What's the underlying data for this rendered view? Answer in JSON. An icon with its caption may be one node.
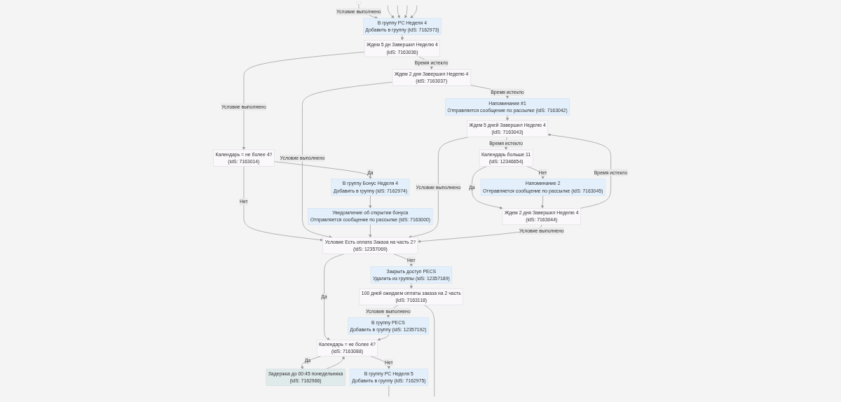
{
  "diagram": {
    "nodes": [
      {
        "text": [],
        "shape": "box"
      },
      {
        "text": [
          "В группу PC Неделя 4",
          "Добавить в группу (idS: 7162973)"
        ]
      },
      {
        "text": [
          "Напоминание #1",
          "Отправляется сообщение по рассылке (idS: 7163042)"
        ]
      },
      {
        "text": [
          "Ждем 2 дня Завершил Неделю 4",
          "(idS: 7163037)"
        ]
      },
      {
        "text": [
          "Ждем 5 дн Завершил Неделю 4",
          "(idS: 7163036)"
        ]
      },
      {
        "text": [
          "Календарь = не более 4?",
          "(idS: 7163014)"
        ]
      },
      {
        "text": [
          "В группу Бонус Неделя 4",
          "Добавить в группу (idS: 7162974)"
        ]
      },
      {
        "text": [
          "Ждем 5 дней Завершил Неделю 4",
          "(idS: 7163043)"
        ]
      },
      {
        "text": [
          "Календарь больше 11",
          "(idS: 12346654)"
        ]
      },
      {
        "text": [
          "Ждем 2 дня Завершил Неделю 4",
          "(idS: 7163044)"
        ]
      },
      {
        "text": [
          "Условие Есть оплата Заказа на часть 2?",
          "(idS: 12357069)"
        ]
      },
      {
        "text": [
          "Уведомление об открытии бонуса",
          "Отправляется сообщение по рассылке (idS: 7163000)"
        ]
      },
      {
        "text": [
          "Напоминание 2",
          "Отправляется сообщение по рассылке (idS: 7163045)"
        ]
      },
      {
        "text": [
          "Закрыть доступ PECS",
          "Удалить из группы (idS: 12357189)"
        ]
      },
      {
        "text": [
          "Календарь = не более 4?",
          "(idS: 7163088)"
        ]
      },
      {
        "text": [
          "Задержка до 00:45 понедельника",
          "(idS: 7162966)"
        ]
      },
      {
        "text": [
          "100 дней ожидаем оплаты заказа на 2 часть",
          "(idS: 7163118)"
        ]
      },
      {
        "text": [
          "В группу PECS",
          "Добавить в группу (idS: 12357192)"
        ]
      },
      {
        "text": [
          "В группу PC Неделя 5",
          "Добавить в группу (idS: 7162975)"
        ]
      }
    ],
    "edges": [
      {
        "from": 0,
        "to": 1,
        "arrow": "to",
        "label": "Условие выполнено"
      },
      {
        "from": null,
        "to": 1,
        "arrow": "to"
      },
      {
        "from": null,
        "to": 1,
        "arrow": "to"
      },
      {
        "from": null,
        "to": 1,
        "arrow": "to"
      },
      {
        "from": null,
        "to": 1,
        "arrow": "to"
      },
      {
        "from": 1,
        "to": 4,
        "arrow": "to"
      },
      {
        "from": 4,
        "to": 3,
        "arrow": "to",
        "label": "Время истекло"
      },
      {
        "from": 3,
        "to": 2,
        "arrow": "to",
        "label": "Время истекло"
      },
      {
        "from": 4,
        "to": 5,
        "arrow": "to",
        "label": "Условие выполнено"
      },
      {
        "from": 5,
        "to": 6,
        "arrow": "to",
        "label": "Да"
      },
      {
        "from": 5,
        "to": 10,
        "arrow": "to",
        "label": "Нет"
      },
      {
        "from": 3,
        "to": 10,
        "arrow": "to",
        "label": "Условие выполнено"
      },
      {
        "from": 6,
        "to": 11,
        "arrow": "to"
      },
      {
        "from": 11,
        "to": 10,
        "arrow": "to"
      },
      {
        "from": 2,
        "to": 7,
        "arrow": "to"
      },
      {
        "from": 7,
        "to": 10,
        "arrow": "to",
        "label": "Условие выполнено"
      },
      {
        "from": 7,
        "to": 8,
        "arrow": "to",
        "label": "Время истекло"
      },
      {
        "from": 9,
        "to": 7,
        "arrow": "to",
        "label": "Время истекло"
      },
      {
        "from": 8,
        "to": 9,
        "arrow": "to",
        "label": "Да"
      },
      {
        "from": 8,
        "to": 12,
        "arrow": "to",
        "label": "Нет"
      },
      {
        "from": 12,
        "to": 9,
        "arrow": "to"
      },
      {
        "from": 9,
        "to": 10,
        "arrow": "to",
        "label": "Условие выполнено"
      },
      {
        "from": 10,
        "to": 13,
        "arrow": "to",
        "label": "Нет"
      },
      {
        "from": 10,
        "to": 14,
        "arrow": "to",
        "label": "Да"
      },
      {
        "from": 13,
        "to": 16,
        "arrow": "to"
      },
      {
        "from": 16,
        "to": 17,
        "arrow": "to",
        "label": "Условие выполнено"
      },
      {
        "from": 17,
        "to": 14,
        "arrow": "to"
      },
      {
        "from": 14,
        "to": 15,
        "arrow": "to",
        "label": "Да"
      },
      {
        "from": 15,
        "to": 14,
        "arrow": "to"
      },
      {
        "from": 14,
        "to": 18,
        "arrow": "to",
        "label": "Нет"
      },
      {
        "from": 16,
        "to": null,
        "arrow": "none"
      },
      {
        "from": 18,
        "to": null,
        "arrow": "none"
      }
    ]
  }
}
